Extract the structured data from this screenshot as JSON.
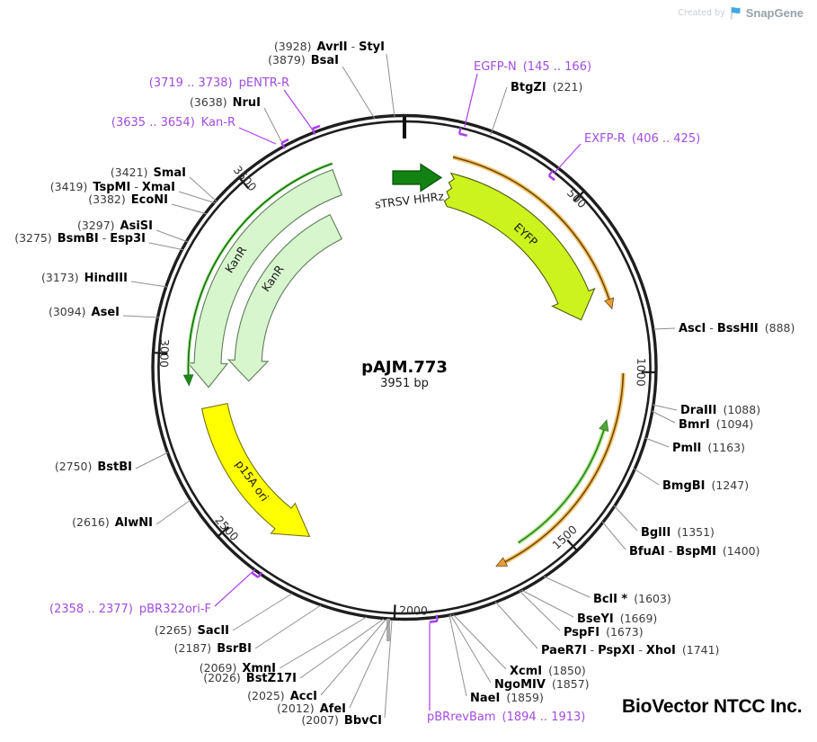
{
  "plasmid": {
    "name": "pAJM.773",
    "size": "3951 bp"
  },
  "watermark": {
    "prefix": "Created by",
    "brand": "SnapGene"
  },
  "vendor": "BioVector NTCC Inc.",
  "ticks": [
    "500",
    "1000",
    "1500",
    "2000",
    "2500",
    "3000",
    "3500"
  ],
  "features": [
    {
      "label": "sTRSV HHRz"
    },
    {
      "label": "EYFP"
    },
    {
      "label": "KanR"
    },
    {
      "label": "KanR"
    },
    {
      "label": "p15A ori"
    }
  ],
  "sites_left": [
    {
      "pos": "(3928)",
      "name": "AvrII - StyI"
    },
    {
      "pos": "(3879)",
      "name": "BsaI"
    },
    {
      "pos": "(3638)",
      "name": "NruI"
    },
    {
      "pos": "(3421)",
      "name": "SmaI"
    },
    {
      "pos": "(3419)",
      "name": "TspMI - XmaI"
    },
    {
      "pos": "(3382)",
      "name": "EcoNI"
    },
    {
      "pos": "(3297)",
      "name": "AsiSI"
    },
    {
      "pos": "(3275)",
      "name": "BsmBI - Esp3I"
    },
    {
      "pos": "(3173)",
      "name": "HindIII"
    },
    {
      "pos": "(3094)",
      "name": "AseI"
    },
    {
      "pos": "(2750)",
      "name": "BstBI"
    },
    {
      "pos": "(2616)",
      "name": "AlwNI"
    },
    {
      "pos": "(2265)",
      "name": "SacII"
    },
    {
      "pos": "(2187)",
      "name": "BsrBI"
    },
    {
      "pos": "(2069)",
      "name": "XmnI"
    },
    {
      "pos": "(2026)",
      "name": "BstZ17I"
    },
    {
      "pos": "(2025)",
      "name": "AccI"
    },
    {
      "pos": "(2012)",
      "name": "AfeI"
    },
    {
      "pos": "(2007)",
      "name": "BbvCI"
    }
  ],
  "sites_right": [
    {
      "name": "BtgZI",
      "pos": "(221)"
    },
    {
      "name": "AscI - BssHII",
      "pos": "(888)"
    },
    {
      "name": "DraIII",
      "pos": "(1088)"
    },
    {
      "name": "BmrI",
      "pos": "(1094)"
    },
    {
      "name": "PmlI",
      "pos": "(1163)"
    },
    {
      "name": "BmgBI",
      "pos": "(1247)"
    },
    {
      "name": "BglII",
      "pos": "(1351)"
    },
    {
      "name": "BfuAI - BspMI",
      "pos": "(1400)"
    },
    {
      "name": "BclI *",
      "pos": "(1603)"
    },
    {
      "name": "BseYI",
      "pos": "(1669)"
    },
    {
      "name": "PspFI",
      "pos": "(1673)"
    },
    {
      "name": "PaeR7I - PspXI - XhoI",
      "pos": "(1741)"
    },
    {
      "name": "XcmI",
      "pos": "(1850)"
    },
    {
      "name": "NgoMIV",
      "pos": "(1857)"
    },
    {
      "name": "NaeI",
      "pos": "(1859)"
    }
  ],
  "primers": [
    {
      "name": "pENTR-R",
      "range": "(3719 .. 3738)",
      "order": "range-first"
    },
    {
      "name": "Kan-R",
      "range": "(3635 .. 3654)",
      "order": "range-first"
    },
    {
      "name": "EGFP-N",
      "range": "(145 .. 166)",
      "order": "name-first"
    },
    {
      "name": "EXFP-R",
      "range": "(406 .. 425)",
      "order": "name-first"
    },
    {
      "name": "pBR322ori-F",
      "range": "(2358 .. 2377)",
      "order": "range-first"
    },
    {
      "name": "pBRrevBam",
      "range": "(1894 .. 1913)",
      "order": "name-first"
    }
  ],
  "colors": {
    "primer": "#A14CE0",
    "primer_mark": "#AC3DF2",
    "backbone": "#1E1E1E",
    "leader": "#909090",
    "eyfp_fill": "#CDF31F",
    "kanr_fill": "#D8F6CE",
    "ori_fill": "#FFFF00",
    "ribozyme_green": "#128212",
    "orange_line": "#E89B3A",
    "green_line": "#2E7D1F"
  }
}
